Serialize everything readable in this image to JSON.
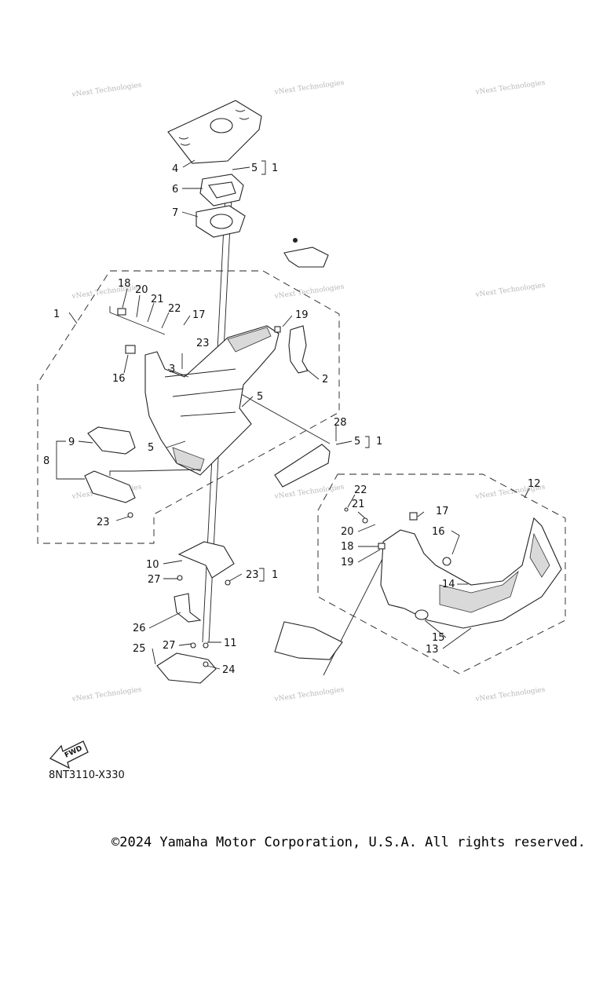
{
  "watermark": "vNext Technologies",
  "fwd_label": "FWD",
  "diagram_code": "8NT3110-X330",
  "copyright": "©2024 Yamaha Motor Corporation, U.S.A. All rights reserved.",
  "callouts": {
    "c1a": "1",
    "c1b": "1",
    "c1c": "1",
    "c1d": "1",
    "c2": "2",
    "c3": "3",
    "c4": "4",
    "c5a": "5",
    "c5b": "5",
    "c5c": "5",
    "c5d": "5",
    "c6": "6",
    "c7": "7",
    "c8": "8",
    "c9": "9",
    "c10": "10",
    "c11": "11",
    "c12": "12",
    "c13": "13",
    "c14": "14",
    "c15": "15",
    "c16a": "16",
    "c16b": "16",
    "c17a": "17",
    "c17b": "17",
    "c18a": "18",
    "c18b": "18",
    "c19a": "19",
    "c19b": "19",
    "c20a": "20",
    "c20b": "20",
    "c21a": "21",
    "c21b": "21",
    "c22a": "22",
    "c22b": "22",
    "c23a": "23",
    "c23b": "23",
    "c23c": "23",
    "c24": "24",
    "c25": "25",
    "c26": "26",
    "c27a": "27",
    "c27b": "27",
    "c28": "28"
  }
}
